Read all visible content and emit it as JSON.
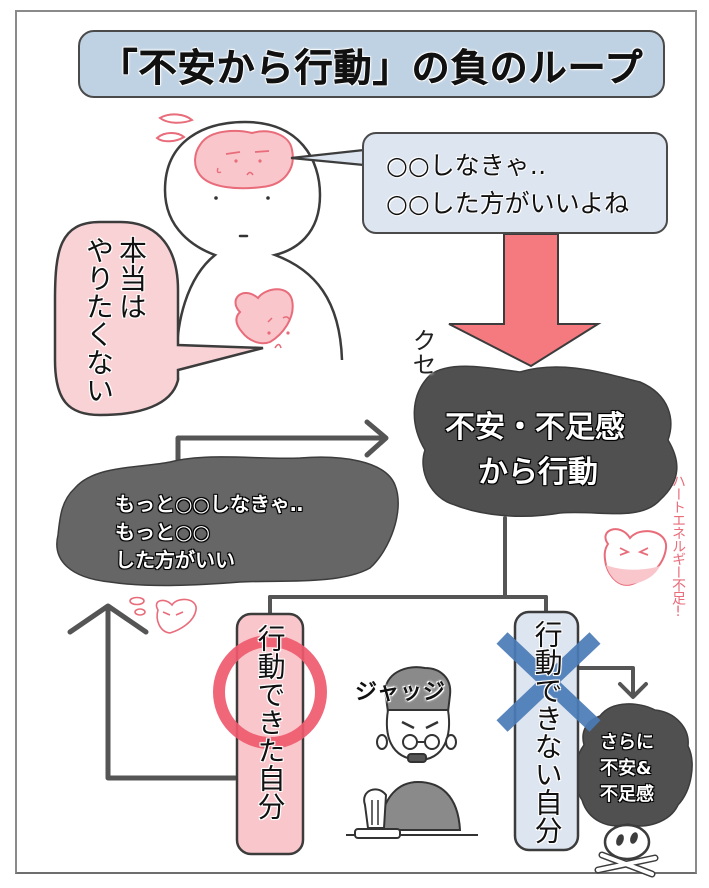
{
  "title": "「不安から行動」の負のループ",
  "thought_bubble": {
    "lines": [
      "○○しなきゃ‥",
      "○○した方がいいよね"
    ]
  },
  "honne_bubble": {
    "columns": [
      "本当は",
      "やりたくない"
    ]
  },
  "habit_label": "クセ",
  "main_cloud": {
    "lines": [
      "不安・不足感",
      "から行動"
    ]
  },
  "loop_cloud": {
    "lines": [
      "もっと○○しなきゃ‥",
      "もっと○○",
      "した方がいい"
    ]
  },
  "heart_energy_note": "ハートエネルギー不足!",
  "outcomes": {
    "success": {
      "label": "行動できた自分",
      "mark": "circle"
    },
    "failure": {
      "label": "行動できない自分",
      "mark": "cross"
    }
  },
  "judge_label": "ジャッジ",
  "worse_cloud": {
    "lines": [
      "さらに",
      "不安&",
      "不足感"
    ]
  },
  "colors": {
    "title_bg": "#BFD2E3",
    "thought_bg": "#DDE5F0",
    "pink_fill": "#F9C6CB",
    "pink_stroke": "#E86C7A",
    "arrow_red": "#F47A80",
    "dark_cloud": "#505050",
    "loop_cloud": "#666666",
    "circle_red": "#EE5A6E",
    "cross_blue": "#4A7BB7",
    "outline": "#4a4a4a"
  }
}
